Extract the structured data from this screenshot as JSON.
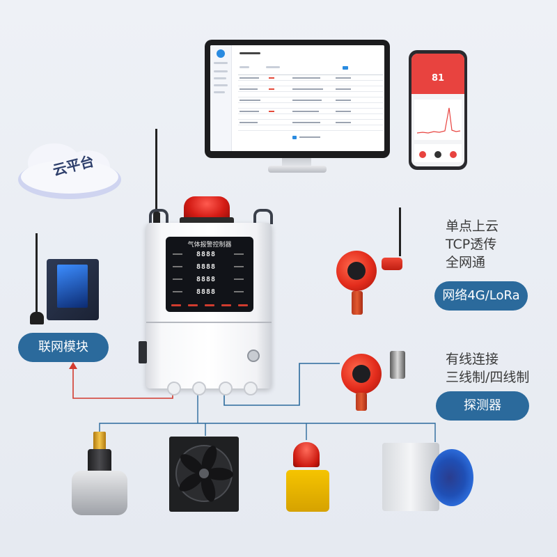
{
  "cloud": {
    "label": "云平台"
  },
  "controller": {
    "title": "气体报警控制器"
  },
  "labels": {
    "network_module": "联网模块",
    "network_type": "网络4G/LoRa",
    "detector": "探测器"
  },
  "wireless_features": [
    "单点上云",
    "TCP透传",
    "全网通"
  ],
  "wired_features": [
    "有线连接",
    "三线制/四线制"
  ],
  "phone": {
    "reading": "81"
  },
  "colors": {
    "pill": "#2b6a9c",
    "wired_to_module": "#d23a2e",
    "bus_line": "#2b6a9c"
  },
  "devices": [
    "solenoid-valve",
    "exhaust-fan",
    "alarm-beacon",
    "explosion-proof-heater-fan"
  ]
}
